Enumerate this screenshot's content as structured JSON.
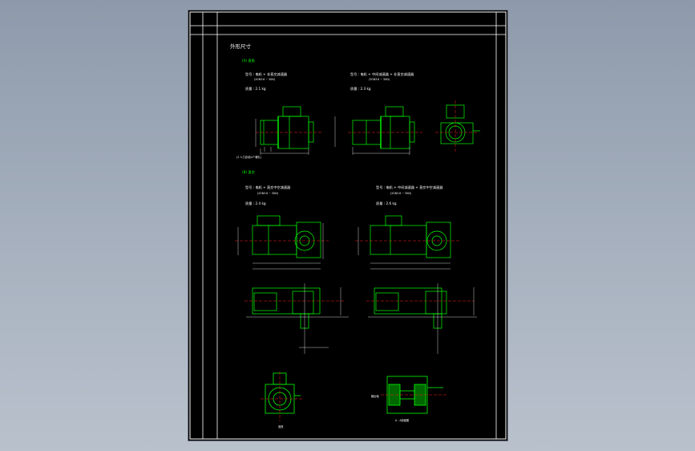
{
  "window": {
    "title": ""
  },
  "drawing": {
    "heading": "外形尺寸",
    "section_a": "(A) 直角",
    "section_b": "(B) 直交",
    "views": {
      "v1_title": "型号 : 电机 + 非直交减速器",
      "v1_sub": "(2GN3.6 ~ 3GN)",
      "v1_weight": "质量 : 2.1 kg",
      "v2_title": "型号 : 电机 + 中间减速器 + 非直交减速器",
      "v2_sub": "(2GN3.6 ~ 3GN)",
      "v2_weight": "质量 : 2.3 kg",
      "v1_caption": "(2 人力自动/4个螺孔)",
      "v3_title": "型号 : 电机 + 直交中空减速器",
      "v3_sub": "(2GN3.6 ~ 3GN)",
      "v3_weight": "质量 : 2.4 kg",
      "v4_title": "型号 : 电机 + 中间减速器 + 直交中空减速器",
      "v4_sub": "(2GN3.6 ~ 3GN)",
      "v4_weight": "质量 : 2.6 kg",
      "bottom_left_caption": "底视",
      "bottom_right_caption": "A - A剖面图",
      "section_label": "输出轴"
    },
    "colors": {
      "frame": "#ffffff",
      "outline": "#00ff00",
      "center_line": "#ff2020",
      "fill": "#00aa00"
    }
  }
}
